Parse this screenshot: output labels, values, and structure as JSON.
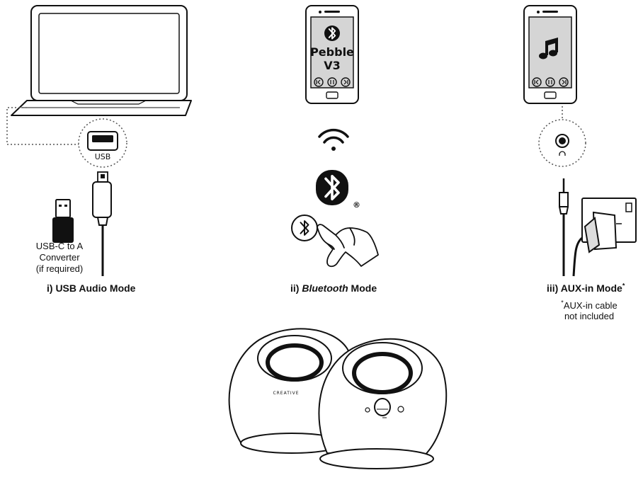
{
  "usb_mode": {
    "port_label": "USB",
    "converter_lines": [
      "USB-C to A",
      "Converter",
      "(if required)"
    ],
    "title": "i) USB Audio Mode"
  },
  "bt_mode": {
    "phone_line1": "Pebble",
    "phone_line2": "V3",
    "registered_mark": "®",
    "title_prefix": "ii) ",
    "title_italic": "Bluetooth",
    "title_suffix": " Mode"
  },
  "aux_mode": {
    "title": "iii) AUX-in Mode",
    "title_mark": "*",
    "note_mark": "*",
    "note_line1": "AUX-in cable",
    "note_line2": "not included"
  },
  "speaker": {
    "brand": "CREATIVE"
  }
}
